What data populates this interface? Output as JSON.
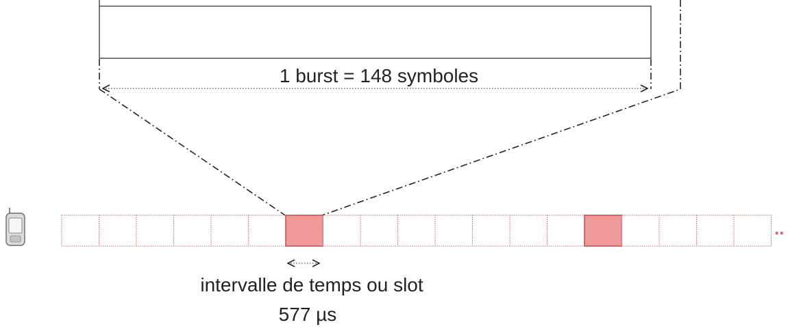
{
  "burst": {
    "label": "1 burst = 148 symboles"
  },
  "slot": {
    "label": "intervalle de temps ou slot",
    "duration": "577 µs"
  },
  "frame": {
    "slot_count": 19,
    "highlighted_slots": [
      6,
      14
    ],
    "continuation": "..",
    "slot_border_color": "#e06060",
    "slot_fill_color": "#ee9a9a",
    "highlight_border_color": "#c84848"
  },
  "icons": {
    "device": "mobile-phone-icon"
  }
}
